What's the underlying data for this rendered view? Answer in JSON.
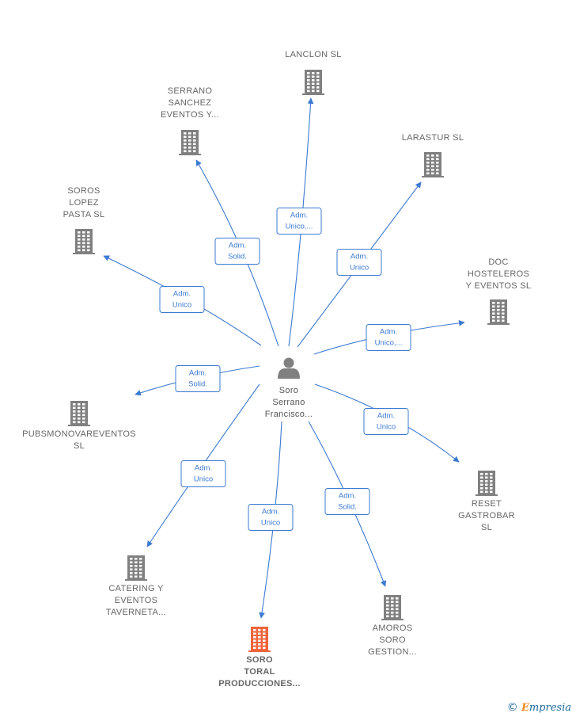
{
  "center": {
    "lines": [
      "Soro",
      "Serrano",
      "Francisco..."
    ]
  },
  "nodes": [
    {
      "id": "lanclon",
      "lines": [
        "LANCLON  SL"
      ],
      "highlight": false
    },
    {
      "id": "serrano-sanchez",
      "lines": [
        "SERRANO",
        "SANCHEZ",
        "EVENTOS Y..."
      ],
      "highlight": false
    },
    {
      "id": "larastur",
      "lines": [
        "LARASTUR SL"
      ],
      "highlight": false
    },
    {
      "id": "soros-lopez",
      "lines": [
        "SOROS",
        "LOPEZ",
        "PASTA SL"
      ],
      "highlight": false
    },
    {
      "id": "doc-hosteleros",
      "lines": [
        "DOC",
        "HOSTELEROS",
        "Y EVENTOS  SL"
      ],
      "highlight": false
    },
    {
      "id": "pubsmonovareventos",
      "lines": [
        "PUBSMONOVAREVENTOS",
        "SL"
      ],
      "highlight": false
    },
    {
      "id": "reset-gastrobar",
      "lines": [
        "RESET",
        "GASTROBAR",
        "SL"
      ],
      "highlight": false
    },
    {
      "id": "catering-eventos",
      "lines": [
        "CATERING Y",
        "EVENTOS",
        "TAVERNETA..."
      ],
      "highlight": false
    },
    {
      "id": "amoros-soro",
      "lines": [
        "AMOROS",
        "SORO",
        "GESTION..."
      ],
      "highlight": false
    },
    {
      "id": "soro-toral",
      "lines": [
        "SORO",
        "TORAL",
        "PRODUCCIONES..."
      ],
      "highlight": true
    }
  ],
  "edges": [
    {
      "to": "lanclon",
      "lines": [
        "Adm.",
        "Unico,..."
      ]
    },
    {
      "to": "serrano-sanchez",
      "lines": [
        "Adm.",
        "Solid."
      ]
    },
    {
      "to": "larastur",
      "lines": [
        "Adm.",
        "Unico"
      ]
    },
    {
      "to": "soros-lopez",
      "lines": [
        "Adm.",
        "Unico"
      ]
    },
    {
      "to": "doc-hosteleros",
      "lines": [
        "Adm.",
        "Unico,..."
      ]
    },
    {
      "to": "pubsmonovareventos",
      "lines": [
        "Adm.",
        "Solid."
      ]
    },
    {
      "to": "reset-gastrobar",
      "lines": [
        "Adm.",
        "Unico"
      ]
    },
    {
      "to": "catering-eventos",
      "lines": [
        "Adm.",
        "Unico"
      ]
    },
    {
      "to": "amoros-soro",
      "lines": [
        "Adm.",
        "Solid."
      ]
    },
    {
      "to": "soro-toral",
      "lines": [
        "Adm.",
        "Unico"
      ]
    }
  ],
  "colors": {
    "edge": "#3b7ad1",
    "building": "#808080",
    "highlight_building": "#f0643c",
    "person": "#808080"
  },
  "icons": {
    "company": "building-icon",
    "person": "person-icon"
  },
  "footer": {
    "copyright": "©",
    "brand_first": "E",
    "brand_rest": "mpresia"
  }
}
